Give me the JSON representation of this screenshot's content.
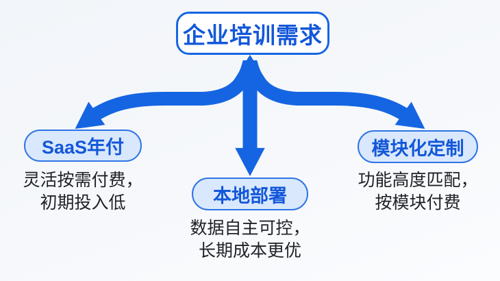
{
  "diagram": {
    "title": "企业培训需求",
    "branches": [
      {
        "label": "SaaS年付",
        "lines": [
          "灵活按需付费，",
          "初期投入低"
        ]
      },
      {
        "label": "本地部署",
        "lines": [
          "数据自主可控，",
          "长期成本更优"
        ]
      },
      {
        "label": "模块化定制",
        "lines": [
          "功能高度匹配，",
          "按模块付费"
        ]
      }
    ]
  },
  "colors": {
    "arrow_blue": "#1565E2",
    "node_text_blue": "#1357D9",
    "pill_fill": "#D9E8FC",
    "pill_border": "#2E74E6",
    "body_text": "#1F2126",
    "root_fill": "#FFFFFF",
    "background": "#F4F6F9"
  }
}
